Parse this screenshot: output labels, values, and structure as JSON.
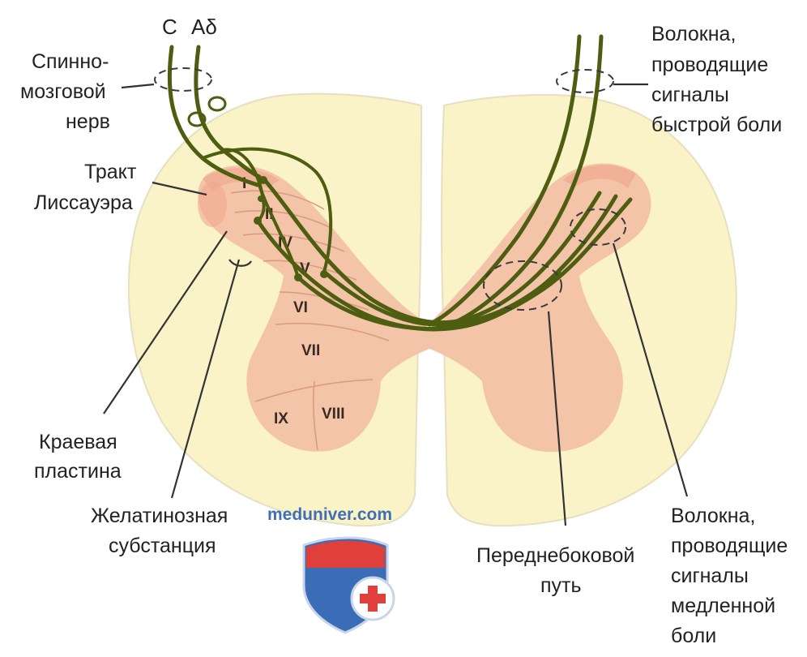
{
  "fiber_labels": {
    "c": "C",
    "a_delta": "Aδ"
  },
  "labels": {
    "spinal_nerve": [
      "Спинно-",
      "мозговой",
      "нерв"
    ],
    "lissauer_tract": [
      "Тракт",
      "Лиссауэра"
    ],
    "marginal_plate": [
      "Краевая",
      "пластина"
    ],
    "gelatinous_substance": [
      "Желатинозная",
      "субстанция"
    ],
    "fast_pain_fibers": [
      "Волокна,",
      "проводящие",
      "сигналы",
      "быстрой боли"
    ],
    "anterolateral_path": [
      "Переднебоковой",
      "путь"
    ],
    "slow_pain_fibers": [
      "Волокна,",
      "проводящие",
      "сигналы",
      "медленной",
      "боли"
    ]
  },
  "laminae": [
    "I",
    "II",
    "IV",
    "V",
    "VI",
    "VII",
    "VIII",
    "IX"
  ],
  "watermark": {
    "text": "meduniver.com"
  },
  "colors": {
    "white_matter": "#faf3c8",
    "gray_matter": "#f4c4a8",
    "gray_matter_dark": "#f0a98f",
    "fiber": "#4d5e10",
    "fiber_highlight": "#7d8c24",
    "outline": "#e6dfc0",
    "shield_red": "#e0403c",
    "shield_blue": "#3a6db5"
  }
}
